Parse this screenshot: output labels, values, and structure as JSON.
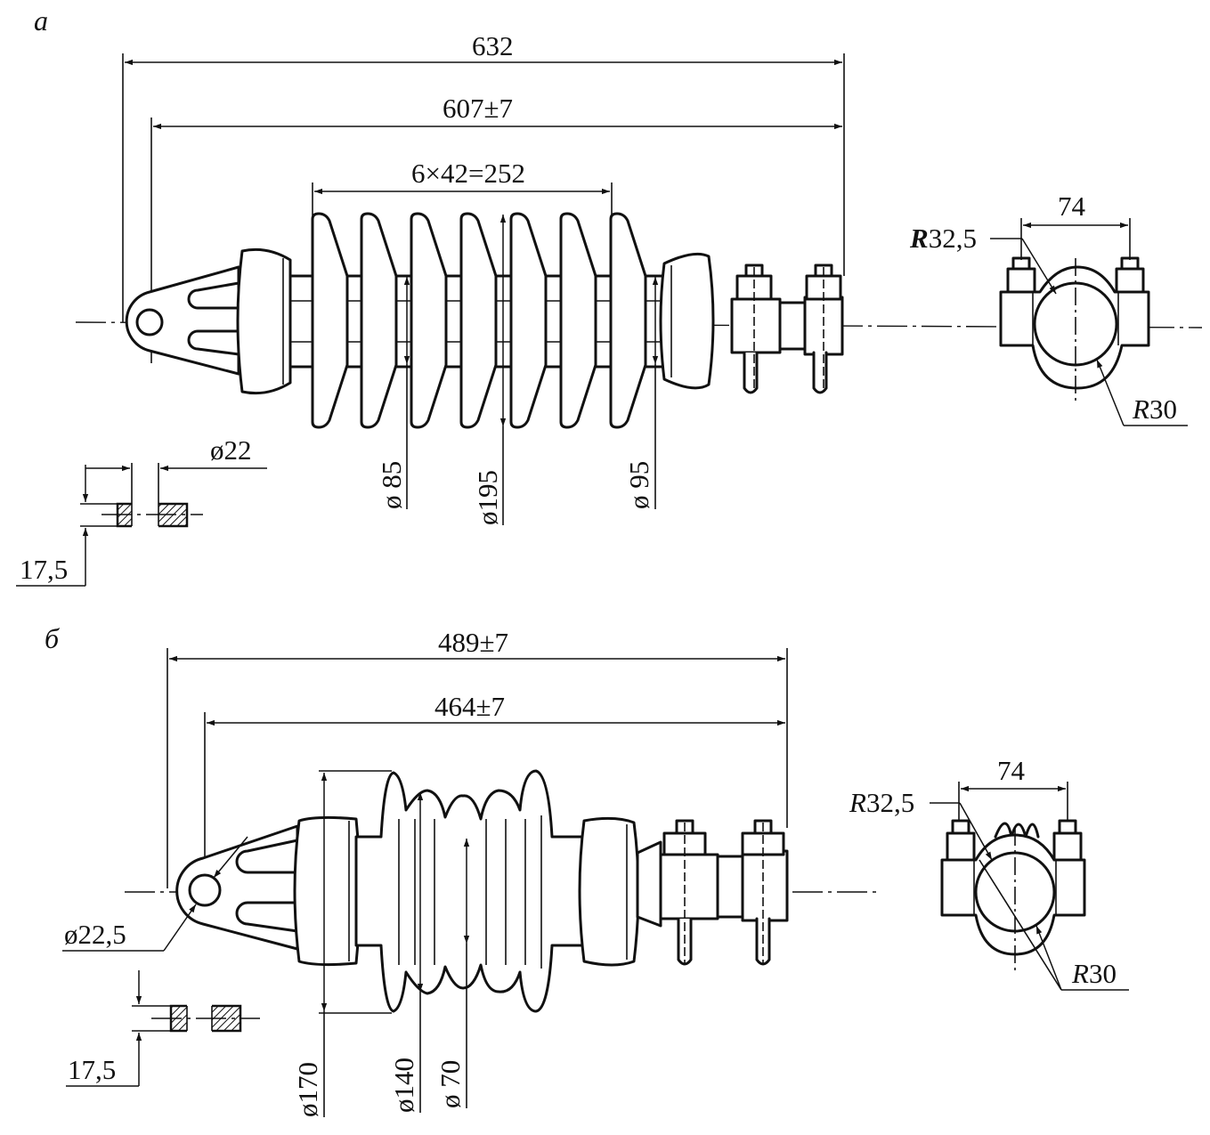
{
  "figure_a": {
    "label": "а",
    "dims": {
      "overall": "632",
      "length": "607±7",
      "sheds": "6×42=252",
      "d_core": "ø 85",
      "d_shed": "ø195",
      "d_end": "ø 95",
      "hole": "ø22",
      "thickness": "17,5",
      "clamp_width": "74",
      "r_outer": "32,5",
      "r_inner": "30"
    }
  },
  "figure_b": {
    "label": "б",
    "dims": {
      "overall": "489±7",
      "length": "464±7",
      "hole": "ø22,5",
      "thickness": "17,5",
      "d_max": "ø170",
      "d_mid": "ø140",
      "d_core": "ø 70",
      "clamp_width": "74",
      "r_outer": "32,5",
      "r_inner": "30"
    }
  },
  "radius_prefix": "R"
}
